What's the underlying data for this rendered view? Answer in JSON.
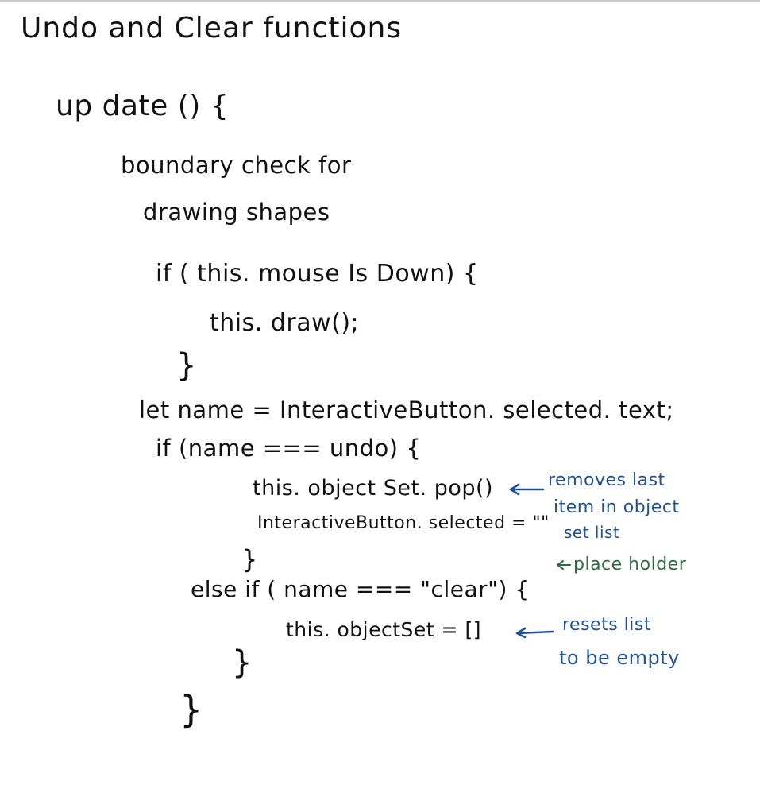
{
  "title": "Undo and Clear functions",
  "code": {
    "update": "up date () {",
    "boundary": "boundary check for",
    "drawing": "drawing shapes",
    "if_mouse": "if ( this. mouse Is Down) {",
    "draw_call": "this. draw();",
    "close_if_mouse": "}",
    "let_name": "let name = InteractiveButton. selected. text;",
    "if_undo": "if (name === undo) {",
    "pop_call": "this. object Set. pop()",
    "selected_reset": "InteractiveButton. selected = \"\"",
    "close_if_undo": "}",
    "else_if_clear": "else if ( name === \"clear\") {",
    "reset_set": "this. objectSet = []",
    "close_else": "}",
    "close_update": "}"
  },
  "annotations": {
    "pop_note": [
      "removes last",
      "item in object",
      "set list"
    ],
    "placeholder_note": "place holder",
    "reset_note": [
      "resets list",
      "to be empty"
    ]
  },
  "colors": {
    "ink": "#111111",
    "blue_annotation": "#1f4f95",
    "green_annotation": "#2e6b45"
  }
}
